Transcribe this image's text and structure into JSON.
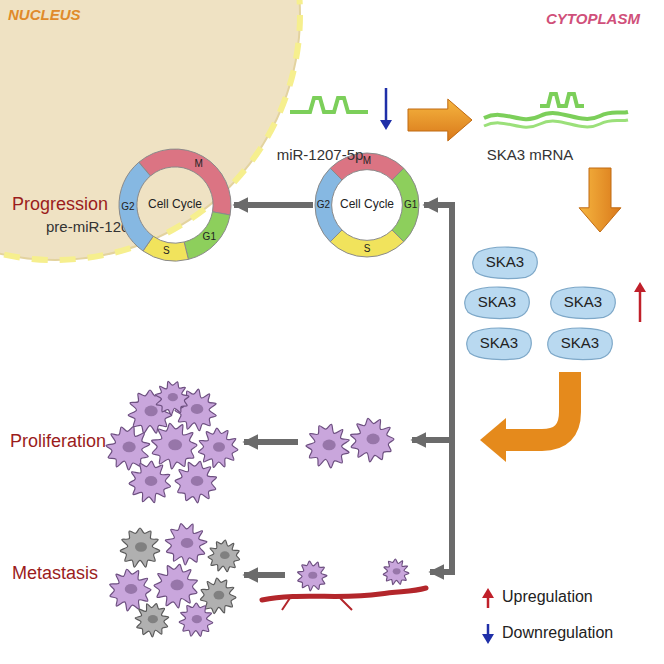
{
  "diagram": {
    "nodes": [
      {
        "text": [
          "NUCLEUS",
          "pre-miR-1207"
        ]
      },
      {
        "text": [
          "SKA3"
        ]
      },
      {
        "text": [
          "SKA3"
        ]
      },
      {
        "text": [
          "SKA3"
        ]
      },
      {
        "text": [
          "SKA3"
        ]
      },
      {
        "text": [
          "SKA3"
        ]
      },
      {
        "text": [
          "Cell Cycle",
          "M",
          "G1",
          "S",
          "G2"
        ]
      },
      {
        "text": [
          "Cell Cycle",
          "M",
          "G1",
          "S",
          "G2"
        ]
      }
    ],
    "edges": [
      {
        "from": 7,
        "to": 6,
        "arrow": "to"
      }
    ],
    "labels": [
      "CYTOPLASM",
      "miR-1207-5p",
      "SKA3 mRNA",
      "Progression",
      "Proliferation",
      "Metastasis"
    ],
    "legend": [
      {
        "text": "Upregulation"
      },
      {
        "text": "Downregulation"
      }
    ]
  }
}
